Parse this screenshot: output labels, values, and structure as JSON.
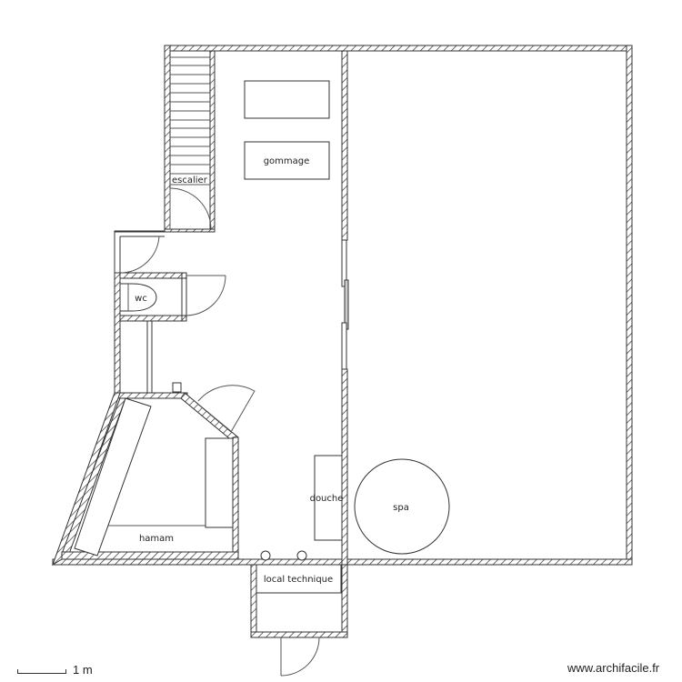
{
  "plan": {
    "rooms": {
      "escalier": "escalier",
      "gommage": "gommage",
      "wc": "wc",
      "hamam": "hamam",
      "douche": "douche",
      "spa": "spa",
      "local_technique": "local technique"
    }
  },
  "footer": {
    "scale_label": "1 m",
    "website": "www.archifacile.fr"
  },
  "colors": {
    "wall_stroke": "#333333",
    "background": "#ffffff"
  }
}
